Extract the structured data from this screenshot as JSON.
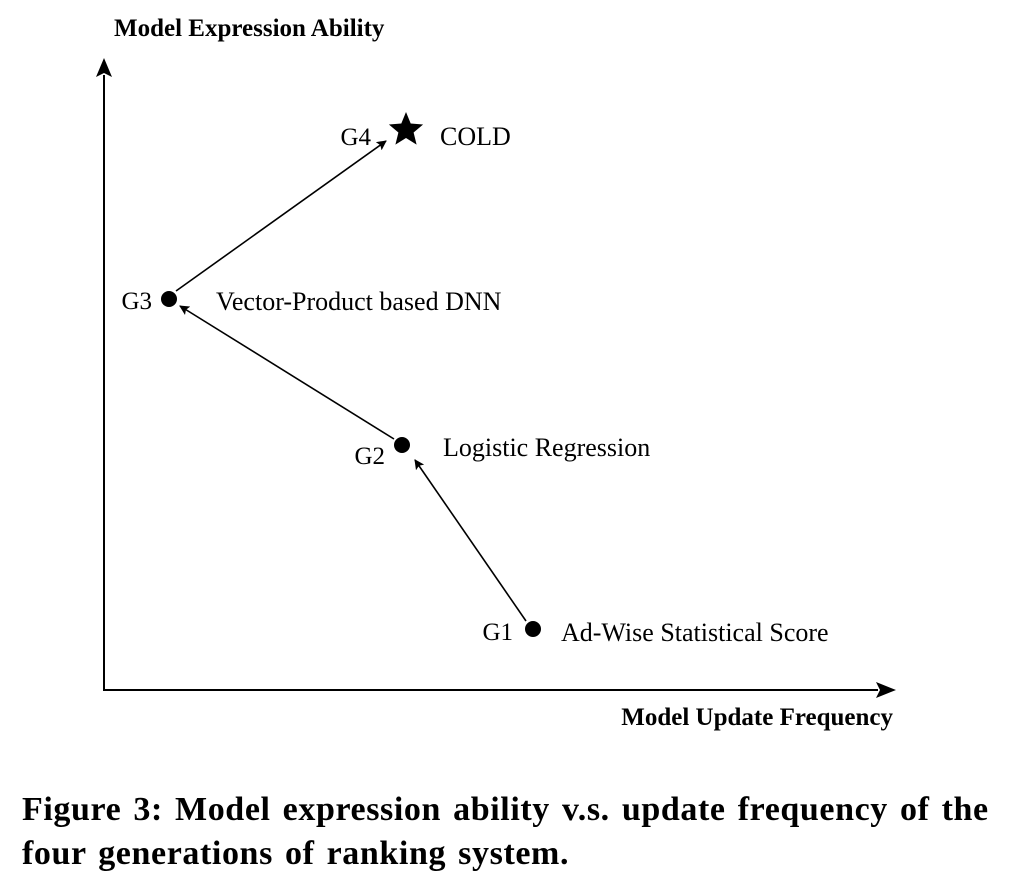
{
  "axes": {
    "y_title": "Model Expression Ability",
    "x_title": "Model Update Frequency"
  },
  "nodes": [
    {
      "id": "g1",
      "generation": "G1",
      "name": "Ad-Wise Statistical Score",
      "marker": "circle"
    },
    {
      "id": "g2",
      "generation": "G2",
      "name": "Logistic Regression",
      "marker": "circle"
    },
    {
      "id": "g3",
      "generation": "G3",
      "name": "Vector-Product based DNN",
      "marker": "circle"
    },
    {
      "id": "g4",
      "generation": "G4",
      "name": "COLD",
      "marker": "star"
    }
  ],
  "edges": [
    {
      "from": "g1",
      "to": "g2"
    },
    {
      "from": "g2",
      "to": "g3"
    },
    {
      "from": "g3",
      "to": "g4"
    }
  ],
  "caption": "Figure 3: Model expression ability v.s. update frequency of the four generations of ranking system.",
  "colors": {
    "ink": "#000000",
    "background": "#ffffff"
  }
}
